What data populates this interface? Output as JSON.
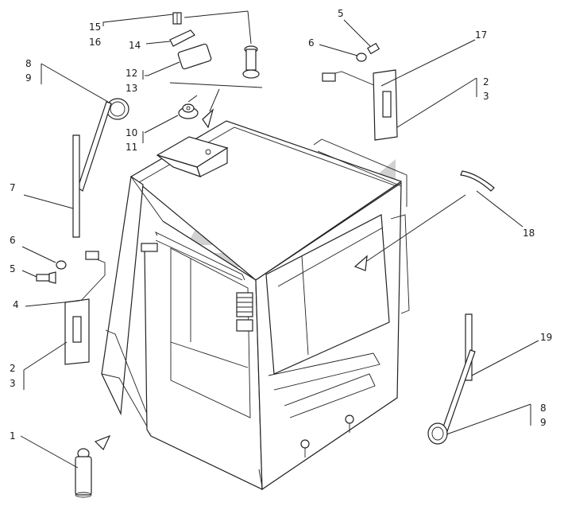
{
  "callouts": [
    {
      "id": "c15",
      "text": "15"
    },
    {
      "id": "c16",
      "text": "16"
    },
    {
      "id": "c14",
      "text": "14"
    },
    {
      "id": "c12",
      "text": "12"
    },
    {
      "id": "c13",
      "text": "13"
    },
    {
      "id": "c10",
      "text": "10"
    },
    {
      "id": "c11",
      "text": "11"
    },
    {
      "id": "c8a",
      "text": "8"
    },
    {
      "id": "c9a",
      "text": "9"
    },
    {
      "id": "c7",
      "text": "7"
    },
    {
      "id": "c6a",
      "text": "6"
    },
    {
      "id": "c5a",
      "text": "5"
    },
    {
      "id": "c4",
      "text": "4"
    },
    {
      "id": "c2a",
      "text": "2"
    },
    {
      "id": "c3a",
      "text": "3"
    },
    {
      "id": "c1",
      "text": "1"
    },
    {
      "id": "c5b",
      "text": "5"
    },
    {
      "id": "c6b",
      "text": "6"
    },
    {
      "id": "c17",
      "text": "17"
    },
    {
      "id": "c2b",
      "text": "2"
    },
    {
      "id": "c3b",
      "text": "3"
    },
    {
      "id": "c18",
      "text": "18"
    },
    {
      "id": "c19",
      "text": "19"
    },
    {
      "id": "c8b",
      "text": "8"
    },
    {
      "id": "c9b",
      "text": "9"
    }
  ],
  "colors": {
    "line": "#222222",
    "watermark": "#9a9a9a",
    "background": "#ffffff"
  }
}
